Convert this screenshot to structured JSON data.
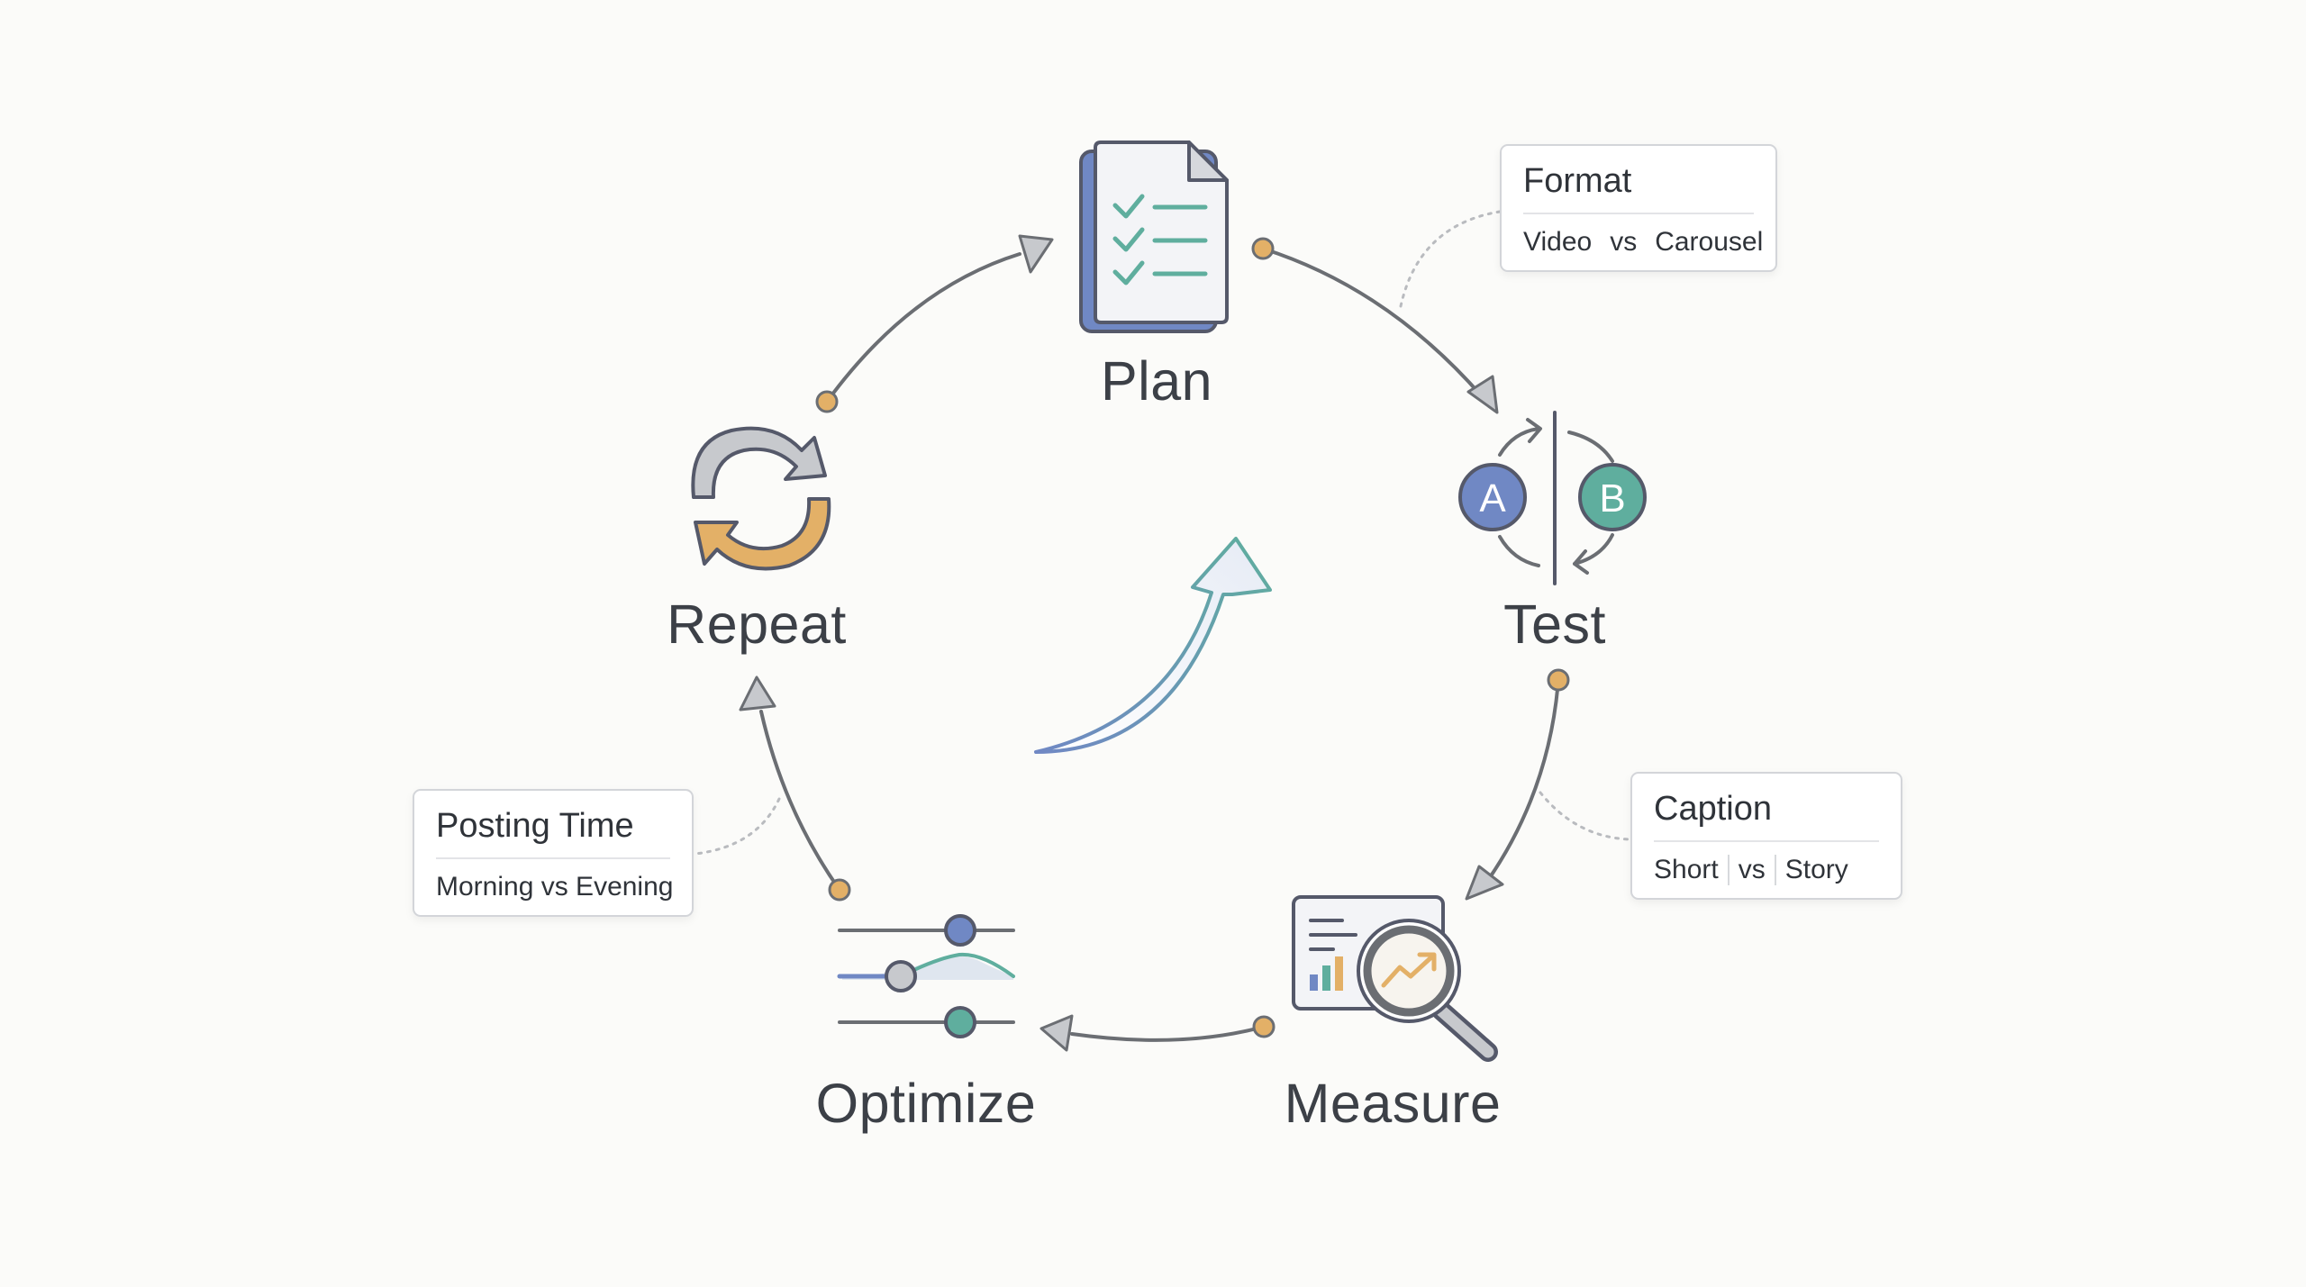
{
  "stages": {
    "plan": "Plan",
    "test": "Test",
    "measure": "Measure",
    "optimize": "Optimize",
    "repeat": "Repeat"
  },
  "test_icon": {
    "variant_a": "A",
    "variant_b": "B"
  },
  "callouts": {
    "format": {
      "title": "Format",
      "left": "Video",
      "vs": "vs",
      "right": "Carousel"
    },
    "caption": {
      "title": "Caption",
      "left": "Short",
      "vs": "vs",
      "right": "Story"
    },
    "posting_time": {
      "title": "Posting Time",
      "text": "Morning vs Evening"
    }
  },
  "icons": {
    "plan": "checklist-document-icon",
    "test": "ab-test-icon",
    "measure": "analytics-magnifier-icon",
    "optimize": "sliders-icon",
    "repeat": "refresh-cycle-icon",
    "center": "growth-arrow-icon"
  },
  "colors": {
    "background": "#fbfbf9",
    "text": "#3c4047",
    "arrow": "#6b6e73",
    "arrowhead_fill": "#c7c9cd",
    "dot": "#e3b067",
    "blue": "#7088c4",
    "teal": "#5fae9e",
    "orange": "#e3b067"
  }
}
